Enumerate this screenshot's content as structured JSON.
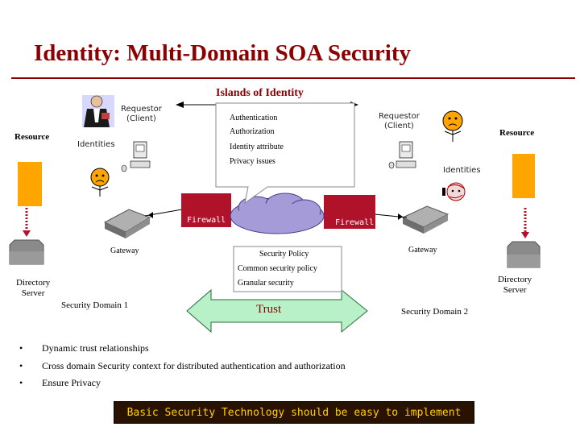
{
  "title": "Identity: Multi-Domain SOA Security",
  "islands_label": "Islands of Identity",
  "left": {
    "resource": "Resource",
    "requestor": "Requestor\n(Client)",
    "identities": "Identities",
    "gateway": "Gateway",
    "directory_server": "Directory\nServer",
    "domain": "Security Domain 1"
  },
  "right": {
    "resource": "Resource",
    "requestor": "Requestor\n(Client)",
    "identities": "Identities",
    "gateway": "Gateway",
    "directory_server": "Directory\nServer",
    "domain": "Security Domain 2"
  },
  "issues": [
    "Authentication",
    "Authorization",
    "Identity attribute",
    "Privacy issues"
  ],
  "firewall_label": "Firewall",
  "policy_items": [
    "Security Policy",
    "Common security policy",
    "Granular security"
  ],
  "trust_label": "Trust",
  "bullets": [
    "Dynamic trust relationships",
    "Cross domain Security context for distributed authentication and authorization",
    "Ensure Privacy"
  ],
  "bullet_glyph": "•",
  "banner": "Basic Security Technology should be easy to implement",
  "colors": {
    "title": "#8b0000",
    "firewall": "#b0122a",
    "resource_block": "#ffa500",
    "trust_arrow": "#b8f0c8",
    "banner_bg": "#2a1200",
    "banner_text": "#ffd000"
  }
}
